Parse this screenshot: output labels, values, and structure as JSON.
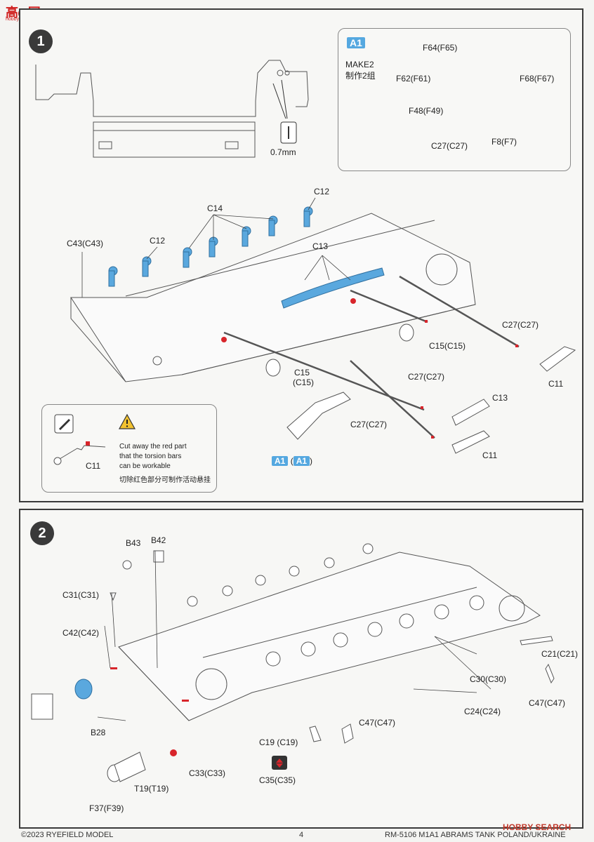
{
  "watermark": {
    "text": "高◉网",
    "sub": "hobby search"
  },
  "step1": {
    "number": "1",
    "drill_size": "0.7mm",
    "labels": {
      "c12_top": "C12",
      "c14": "C14",
      "c12_left": "C12",
      "c43": "C43(C43)",
      "c13_top": "C13",
      "c27_right": "C27(C27)",
      "c15_right": "C15(C15)",
      "c11_right": "C11",
      "c15_left_a": "C15",
      "c15_left_b": "(C15)",
      "c27_mid": "C27(C27)",
      "c13_lower": "C13",
      "c27_low": "C27(C27)",
      "c11_low": "C11"
    },
    "a1_ref": {
      "badge1": "A1",
      "open": "(",
      "badge2": "A1",
      "close": ")"
    },
    "subassembly": {
      "badge": "A1",
      "make_en": "MAKE2",
      "make_cn": "制作2组",
      "labels": {
        "f64": "F64(F65)",
        "f62": "F62(F61)",
        "f68": "F68(F67)",
        "f48": "F48(F49)",
        "c27": "C27(C27)",
        "f8": "F8(F7)"
      }
    },
    "note": {
      "part": "C11",
      "line1": "Cut away the red part",
      "line2": "that the torsion bars",
      "line3": "can be workable",
      "line_cn": "切除红色部分可制作活动悬挂"
    }
  },
  "step2": {
    "number": "2",
    "labels": {
      "b43": "B43",
      "b42": "B42",
      "c31": "C31(C31)",
      "c42": "C42(C42)",
      "b28": "B28",
      "c21": "C21(C21)",
      "c30": "C30(C30)",
      "c47_right": "C47(C47)",
      "c24": "C24(C24)",
      "c47_mid": "C47(C47)",
      "c19": "C19 (C19)",
      "c33": "C33(C33)",
      "t19": "T19(T19)",
      "c35": "C35(C35)",
      "f37": "F37(F39)"
    }
  },
  "footer": {
    "copyright": "©2023 RYEFIELD MODEL",
    "page": "4",
    "title": "RM-5106 M1A1 ABRAMS TANK POLAND/UKRAINE",
    "logo": "HOBBY SEARCH"
  },
  "colors": {
    "accent_blue": "#55a8e0",
    "highlight_red": "#d8252b",
    "line": "#3a3a3a"
  }
}
